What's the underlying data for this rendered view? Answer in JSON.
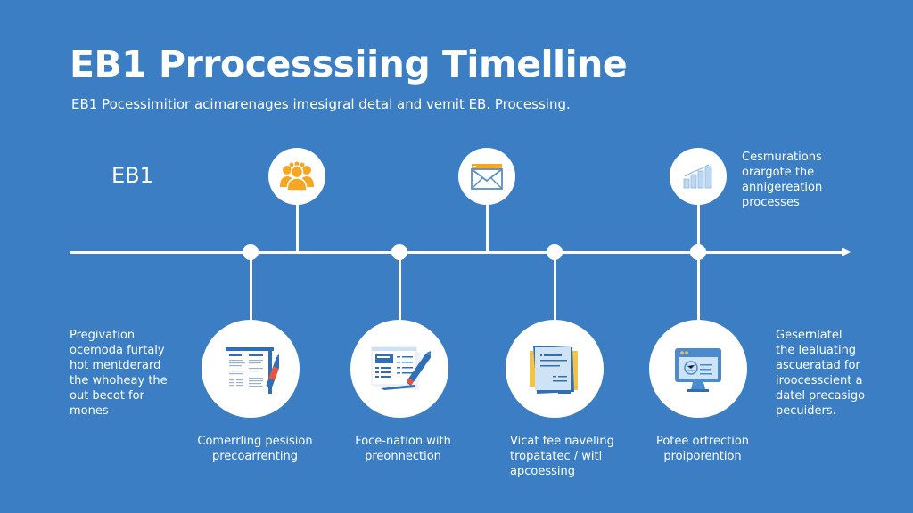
{
  "header": {
    "title": "EB1 Prrocesssiing Timelline",
    "subtitle": "EB1 Pocessimitior acimarenages imesigral detal and vemit EB. Processing."
  },
  "timeline": {
    "label": "EB1",
    "colors": {
      "background": "#3b7ec3",
      "line": "#ffffff",
      "icon_accent_orange": "#f5a623",
      "icon_accent_blue": "#2f6fb5",
      "icon_light_blue": "#bcd7ef",
      "icon_red": "#e8553b"
    },
    "top_milestones": [
      {
        "icon": "people-group-icon"
      },
      {
        "icon": "envelope-icon"
      },
      {
        "icon": "bar-chart-icon",
        "text": "Cesmurations\norargote the\nannigereation\nprocesses"
      }
    ],
    "bottom_milestones": [
      {
        "icon": "document-pen-icon",
        "caption": "Comerrling pesision\nprecoarrenting"
      },
      {
        "icon": "form-pen-icon",
        "caption": "Foce-nation with\npreonnection"
      },
      {
        "icon": "clipboard-document-icon",
        "caption": "Vicat fee naveling\ntropatatec / witl\napcoessing"
      },
      {
        "icon": "computer-monitor-icon",
        "caption": "Potee ortrection\nproiporention"
      }
    ],
    "left_note": "Pregivation\nocemoda furtaly\nhot mentderard\nthe whoheay the\nout becot for\nmones",
    "right_note": "Gesernlatel\nthe lealuating\nascueratad for\niroocesscient a\ndatel precasigo\npecuiders."
  }
}
